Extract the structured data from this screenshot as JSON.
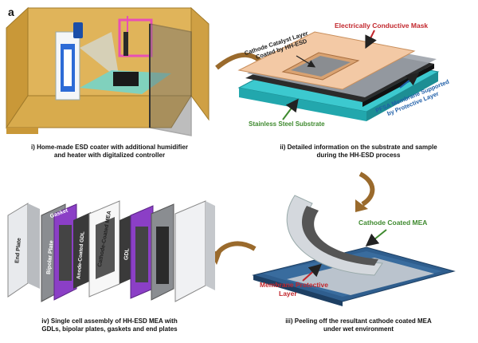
{
  "panel_letter": "a",
  "panel_i": {
    "caption_line1": "i) Home-made ESD coater with additional humidifier",
    "caption_line2": "and heater with digitalized controller"
  },
  "panel_ii": {
    "label_mask": "Electrically Conductive Mask",
    "label_catalyst_line1": "Cathode Catalyst Layer",
    "label_catalyst_line2": "Coated by HH-ESD",
    "label_pfsa_line1": "PFSA Membrane Supported",
    "label_pfsa_line2": "by Protective Layer",
    "label_substrate": "Stainless Steel Substrate",
    "caption_line1": "ii) Detailed information on the substrate and sample",
    "caption_line2": "during the HH-ESD process"
  },
  "panel_iii": {
    "label_cathode": "Cathode Coated MEA",
    "label_protective_line1": "Membrane Protective",
    "label_protective_line2": "Layer",
    "caption_line1": "iii) Peeling off the resultant cathode coated MEA",
    "caption_line2": "under wet environment"
  },
  "panel_iv": {
    "label_end_plate": "End Plate",
    "label_bipolar": "Bipolar Plate",
    "label_gasket": "Gasket",
    "label_anode_gdl": "Anode-Coated GDL",
    "label_ccm": "Cathode-Coated MEA",
    "label_gdl": "GDL",
    "caption_line1": "iv) Single cell assembly of HH-ESD MEA with",
    "caption_line2": "GDLs, bipolar plates, gaskets and end plates"
  },
  "colors": {
    "wood": "#d6a94a",
    "mask": "#f3c9a5",
    "substrate": "#3cc9cf",
    "membrane_blue": "#2f5e8e",
    "purple": "#8b3fc6",
    "arrow": "#9a6a2c",
    "label_red": "#c2272d",
    "label_green": "#3f8a2f",
    "label_blue": "#1f5fa8"
  }
}
